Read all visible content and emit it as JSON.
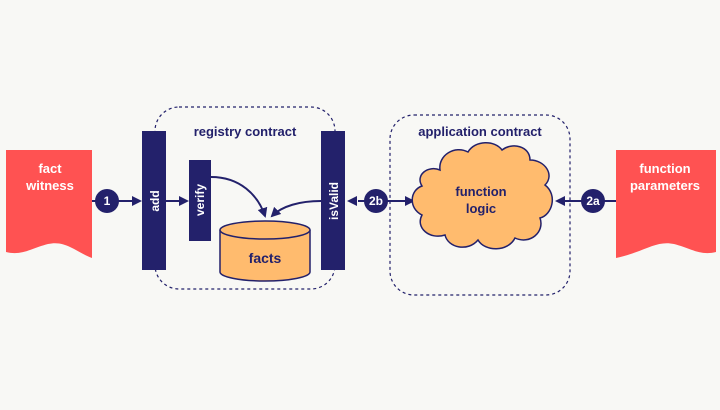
{
  "colors": {
    "background": "#f8f8f5",
    "navy": "#23216b",
    "red_doc": "#ff5252",
    "orange": "#ffbb6e",
    "white_text": "#ffffff"
  },
  "documents": {
    "fact_witness": {
      "line1": "fact",
      "line2": "witness"
    },
    "function_parameters": {
      "line1": "function",
      "line2": "parameters"
    }
  },
  "badges": {
    "step1": "1",
    "step2a": "2a",
    "step2b": "2b"
  },
  "registry": {
    "title": "registry contract",
    "add_label": "add",
    "verify_label": "verify",
    "isvalid_label": "isValid",
    "facts_label": "facts"
  },
  "application": {
    "title": "application contract",
    "logic_line1": "function",
    "logic_line2": "logic"
  }
}
